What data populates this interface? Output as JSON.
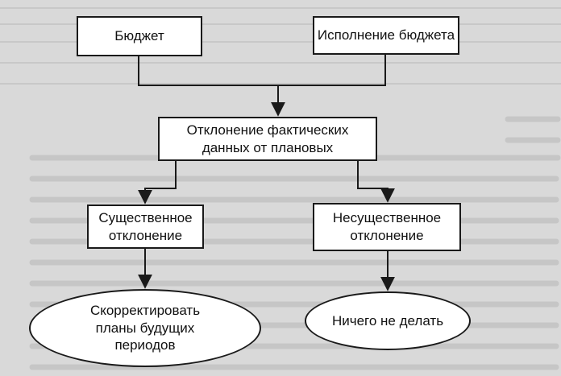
{
  "diagram": {
    "nodes": {
      "budget": "Бюджет",
      "execution": "Исполнение бюджета",
      "deviation": "Отклонение фактических\nданных от плановых",
      "significant": "Существенное\nотклонение",
      "insignificant": "Несущественное\nотклонение",
      "adjust": "Скорректировать\nпланы будущих\nпериодов",
      "nothing": "Ничего не делать"
    }
  },
  "colors": {
    "line": "#1a1a1a",
    "box_fill": "#ffffff",
    "page_background": "#d9d9d9"
  }
}
